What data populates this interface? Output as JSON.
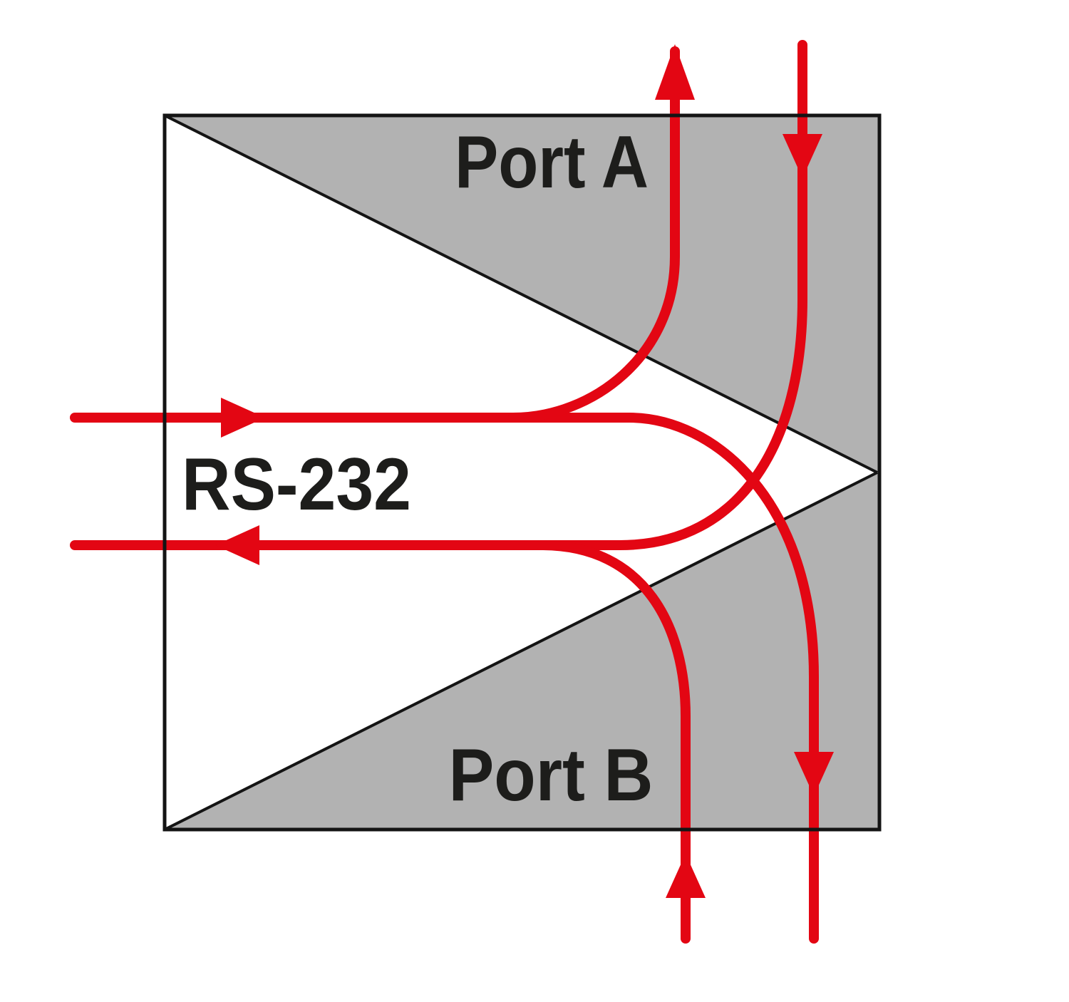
{
  "diagram": {
    "labels": {
      "port_a": "Port A",
      "port_b": "Port B",
      "rs232": "RS-232"
    },
    "colors": {
      "signal_red": "#e30613",
      "panel_gray": "#b2b2b2",
      "wedge_white": "#ffffff",
      "line_black": "#141414",
      "text_black": "#1d1d1b",
      "background": "#ffffff"
    }
  }
}
